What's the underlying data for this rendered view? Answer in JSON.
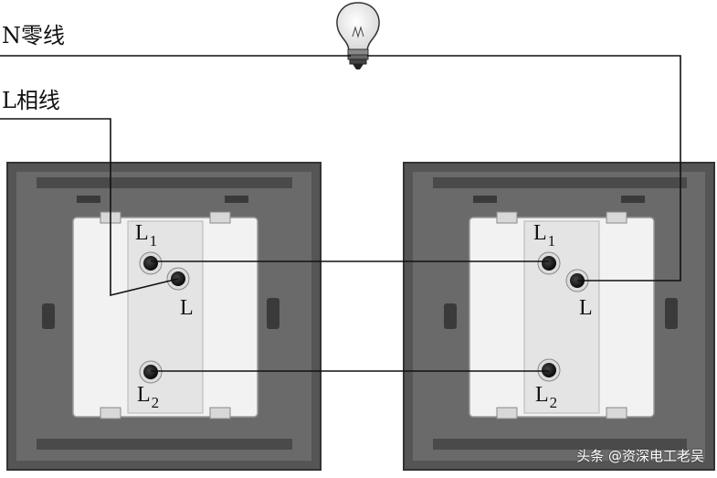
{
  "labels": {
    "neutral": "N零线",
    "phase": "L相线"
  },
  "switches": [
    {
      "terminal_l1": {
        "main": "L",
        "sub": "1"
      },
      "terminal_l": "L",
      "terminal_l2": {
        "main": "L",
        "sub": "2"
      }
    },
    {
      "terminal_l1": {
        "main": "L",
        "sub": "1"
      },
      "terminal_l": "L",
      "terminal_l2": {
        "main": "L",
        "sub": "2"
      }
    }
  ],
  "watermark": "头条 @资深电工老吴",
  "colors": {
    "frame": "#5a5a5a",
    "frame_inner": "#6a6a6a",
    "plate": "#efefef",
    "wire": "#111111"
  }
}
